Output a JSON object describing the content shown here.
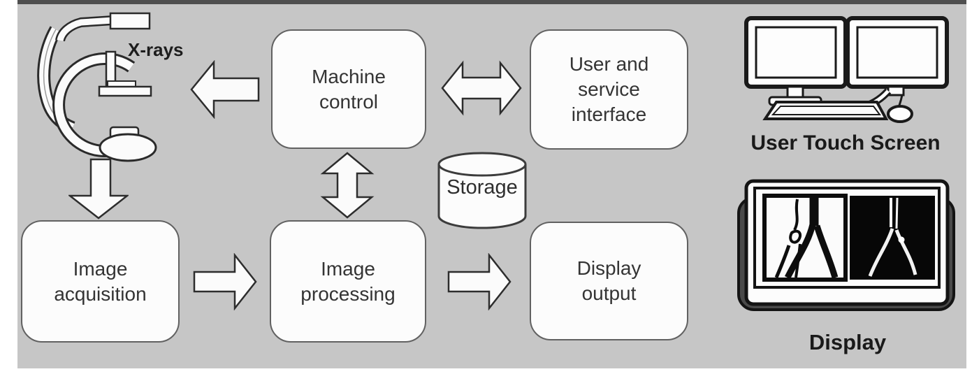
{
  "diagram": {
    "title_hint": "Interventional X-ray imaging system architecture",
    "annotations": {
      "xray": "X-rays"
    },
    "nodes": {
      "machine_control": {
        "label": "Machine control"
      },
      "user_service_interface": {
        "label": "User and service interface"
      },
      "image_acquisition": {
        "label": "Image acquisition"
      },
      "image_processing": {
        "label": "Image processing"
      },
      "display_output": {
        "label": "Display output"
      },
      "storage": {
        "label": "Storage"
      }
    },
    "connections": [
      {
        "from": "Machine control",
        "to": "X-ray C-arm machine",
        "type": "one-way"
      },
      {
        "from": "Machine control",
        "to": "User and service interface",
        "type": "two-way"
      },
      {
        "from": "Machine control",
        "to": "Image processing",
        "type": "two-way"
      },
      {
        "from": "X-ray C-arm machine",
        "to": "Image acquisition",
        "type": "one-way"
      },
      {
        "from": "Image acquisition",
        "to": "Image processing",
        "type": "one-way"
      },
      {
        "from": "Image processing",
        "to": "Display output",
        "type": "one-way"
      }
    ]
  },
  "devices": {
    "user_touch_screen": {
      "label": "User Touch Screen"
    },
    "display": {
      "label": "Display"
    }
  },
  "icons": {
    "c_arm": "c-arm-xray-machine-icon",
    "touch_screens": "dual-monitor-workstation-icon",
    "display": "angiography-display-icon",
    "storage": "database-cylinder-icon"
  },
  "colors": {
    "canvas_bg": "#c6c6c6",
    "box_fill": "#fcfcfc",
    "box_border": "#616161",
    "arrow_fill": "#fbfbfb",
    "arrow_stroke": "#2d2d2d",
    "box_text": "#343434",
    "label_text": "#1a1a1a",
    "screen_black": "#070707",
    "frame_dark": "#4a4a4a"
  }
}
